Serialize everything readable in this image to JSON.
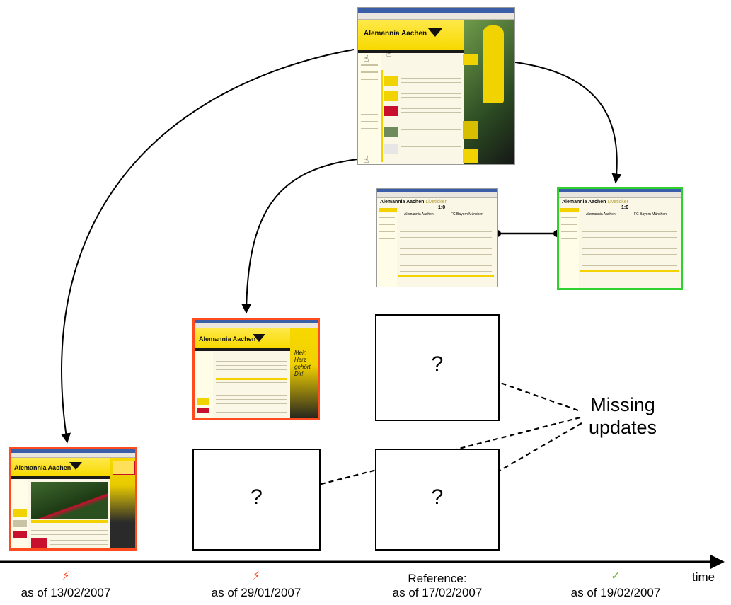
{
  "main_shot": {
    "brand": "Alemannia Aachen"
  },
  "shot_29jan": {
    "brand": "Alemannia Aachen",
    "banner": "Mein Herz gehört Dir!"
  },
  "shot_13feb": {
    "brand": "Alemannia Aachen"
  },
  "shot_ref": {
    "brand": "Alemannia Aachen",
    "suffix": "Liveticker",
    "score": "1:0",
    "team_home": "Alemannia Aachen",
    "team_away": "FC Bayern München"
  },
  "shot_19feb": {
    "brand": "Alemannia Aachen",
    "suffix": "Liveticker",
    "score": "1:0",
    "team_home": "Alemannia Aachen",
    "team_away": "FC Bayern München"
  },
  "question_mark": "?",
  "missing_label": "Missing updates",
  "axis_label": "time",
  "timeline": [
    {
      "date_label": "as of 13/02/2007",
      "status": "outdated",
      "marker": "⚡"
    },
    {
      "date_label": "as of 29/01/2007",
      "status": "outdated",
      "marker": "⚡"
    },
    {
      "prefix": "Reference:",
      "date_label": "as of 17/02/2007",
      "status": "reference",
      "marker": ""
    },
    {
      "date_label": "as of 19/02/2007",
      "status": "current",
      "marker": "✓"
    }
  ],
  "colors": {
    "outdated_border": "#ff3a12",
    "current_border": "#2fd12f",
    "arrow": "#000000"
  }
}
